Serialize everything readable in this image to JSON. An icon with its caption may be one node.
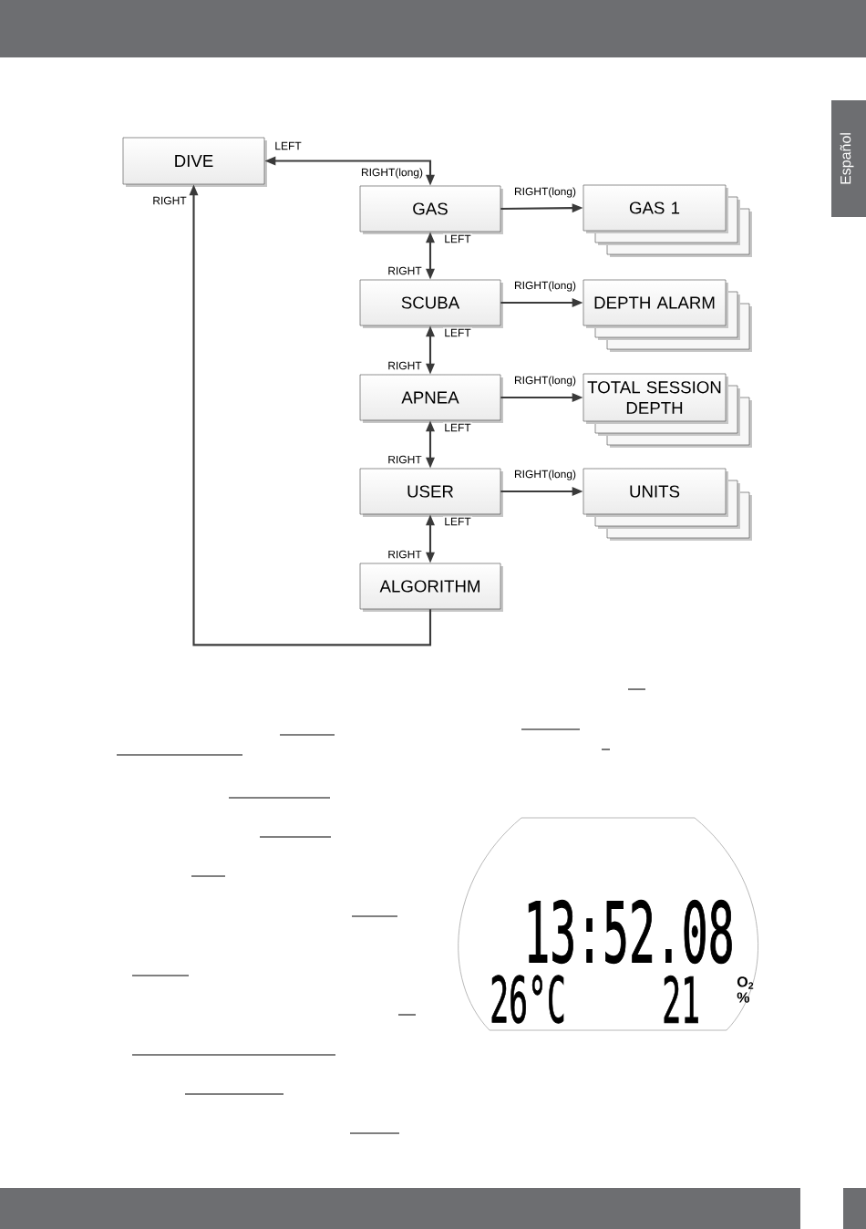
{
  "diagram": {
    "nodes": [
      {
        "text": [
          "DIVE"
        ]
      },
      {
        "text": [
          "GAS"
        ]
      },
      {
        "text": [
          "SCUBA"
        ]
      },
      {
        "text": [
          "APNEA"
        ]
      },
      {
        "text": [
          "USER"
        ]
      },
      {
        "text": [
          "ALGORITHM"
        ]
      },
      {
        "text": [
          "GAS 1"
        ]
      },
      {
        "text": [
          "DEPTH ALARM"
        ]
      },
      {
        "text": [
          "TOTAL SESSION DEPTH"
        ]
      },
      {
        "text": [
          "UNITS"
        ]
      }
    ],
    "edges": [
      {
        "from": 1,
        "to": 0,
        "arrow": "both",
        "label": "LEFT"
      },
      {
        "from": 1,
        "to": 2,
        "arrow": "both",
        "label": "LEFT"
      },
      {
        "from": 2,
        "to": 3,
        "arrow": "both",
        "label": "LEFT"
      },
      {
        "from": 3,
        "to": 4,
        "arrow": "both",
        "label": "LEFT"
      },
      {
        "from": 4,
        "to": 5,
        "arrow": "both",
        "label": "LEFT"
      },
      {
        "from": 5,
        "to": 0,
        "arrow": "to",
        "label": "RIGHT"
      },
      {
        "from": 1,
        "to": 6,
        "arrow": "to",
        "label": "RIGHT(long)"
      },
      {
        "from": 2,
        "to": 7,
        "arrow": "to",
        "label": "RIGHT(long)"
      },
      {
        "from": 3,
        "to": 8,
        "arrow": "to",
        "label": "RIGHT(long)"
      },
      {
        "from": 4,
        "to": 9,
        "arrow": "to",
        "label": "RIGHT(long)"
      }
    ],
    "labels": [
      "Español",
      "RIGHT(long)",
      "RIGHT",
      "RIGHT",
      "RIGHT",
      "RIGHT",
      "13:52.08",
      "26°C",
      "21",
      "O$_{2}$",
      "%"
    ]
  }
}
